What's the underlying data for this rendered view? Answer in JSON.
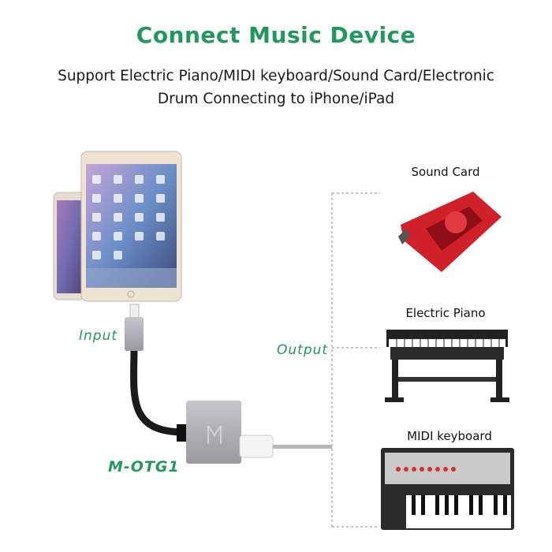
{
  "header": {
    "title": "Connect  Music Device",
    "subtitle_line1": "Support Electric Piano/MIDI keyboard/Sound Card/Electronic",
    "subtitle_line2": "Drum Connecting to iPhone/iPad"
  },
  "labels": {
    "input": "Input",
    "output": "Output",
    "model": "M-OTG1"
  },
  "devices": [
    {
      "name": "Sound Card"
    },
    {
      "name": "Electric Piano"
    },
    {
      "name": "MIDI keyboard"
    }
  ],
  "colors": {
    "accent": "#22985c",
    "sound_card": "#d0202a"
  }
}
